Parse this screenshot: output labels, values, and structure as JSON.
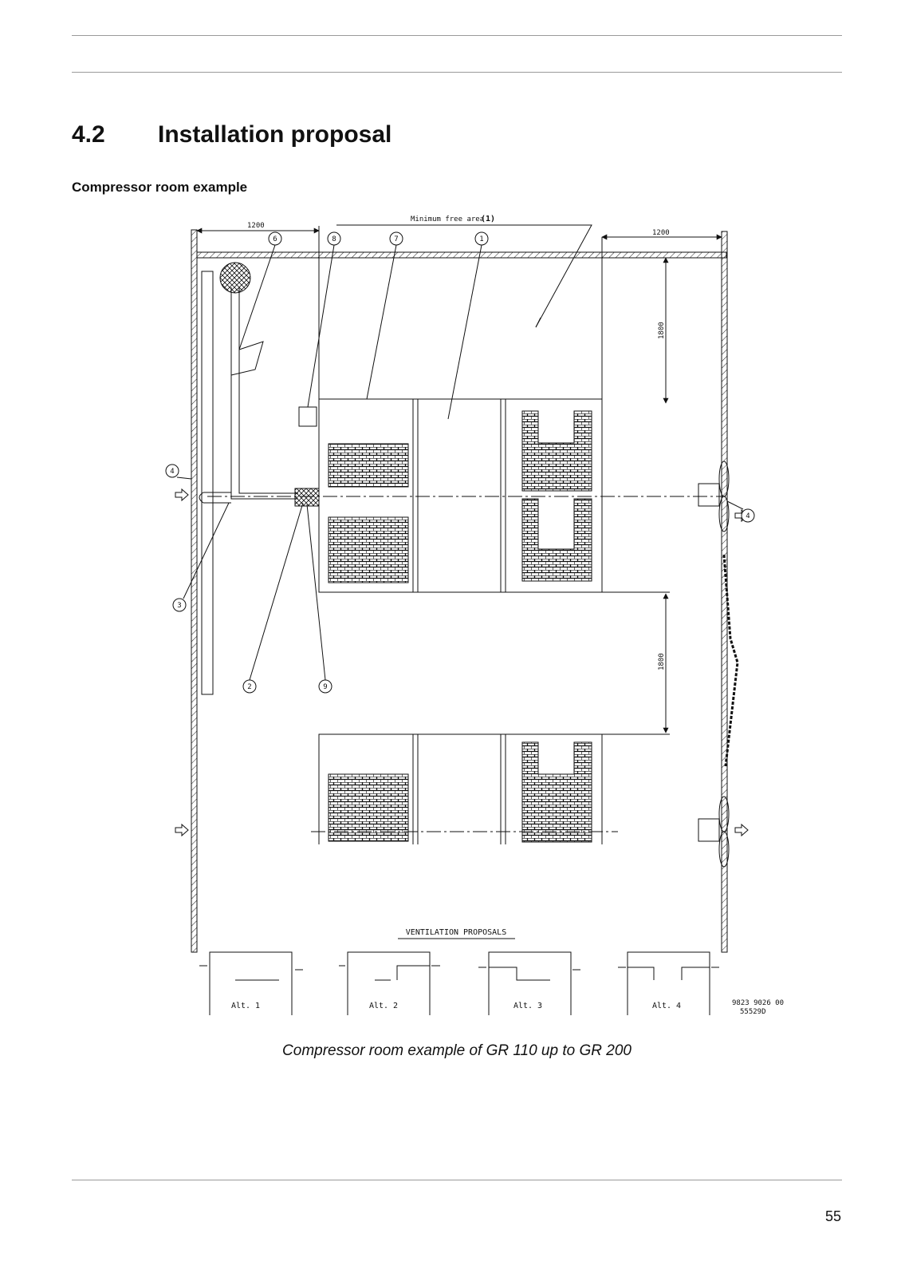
{
  "section": {
    "number": "4.2",
    "title": "Installation proposal"
  },
  "subheading": "Compressor room example",
  "drawing": {
    "dimension_left": "1200",
    "dimension_right": "1200",
    "dimension_vertical_1": "1800",
    "dimension_vertical_2": "1800",
    "free_area_label": "Minimum free area",
    "free_area_ref": "(1)",
    "callouts": [
      "1",
      "2",
      "3",
      "4",
      "6",
      "7",
      "8",
      "9"
    ],
    "ventilation_title": "VENTILATION PROPOSALS",
    "alternatives": [
      "Alt. 1",
      "Alt. 2",
      "Alt. 3",
      "Alt. 4"
    ],
    "drawing_number": "9823 9026 00",
    "drawing_id": "55529D"
  },
  "caption": "Compressor room example of GR 110 up to GR 200",
  "page_number": "55"
}
